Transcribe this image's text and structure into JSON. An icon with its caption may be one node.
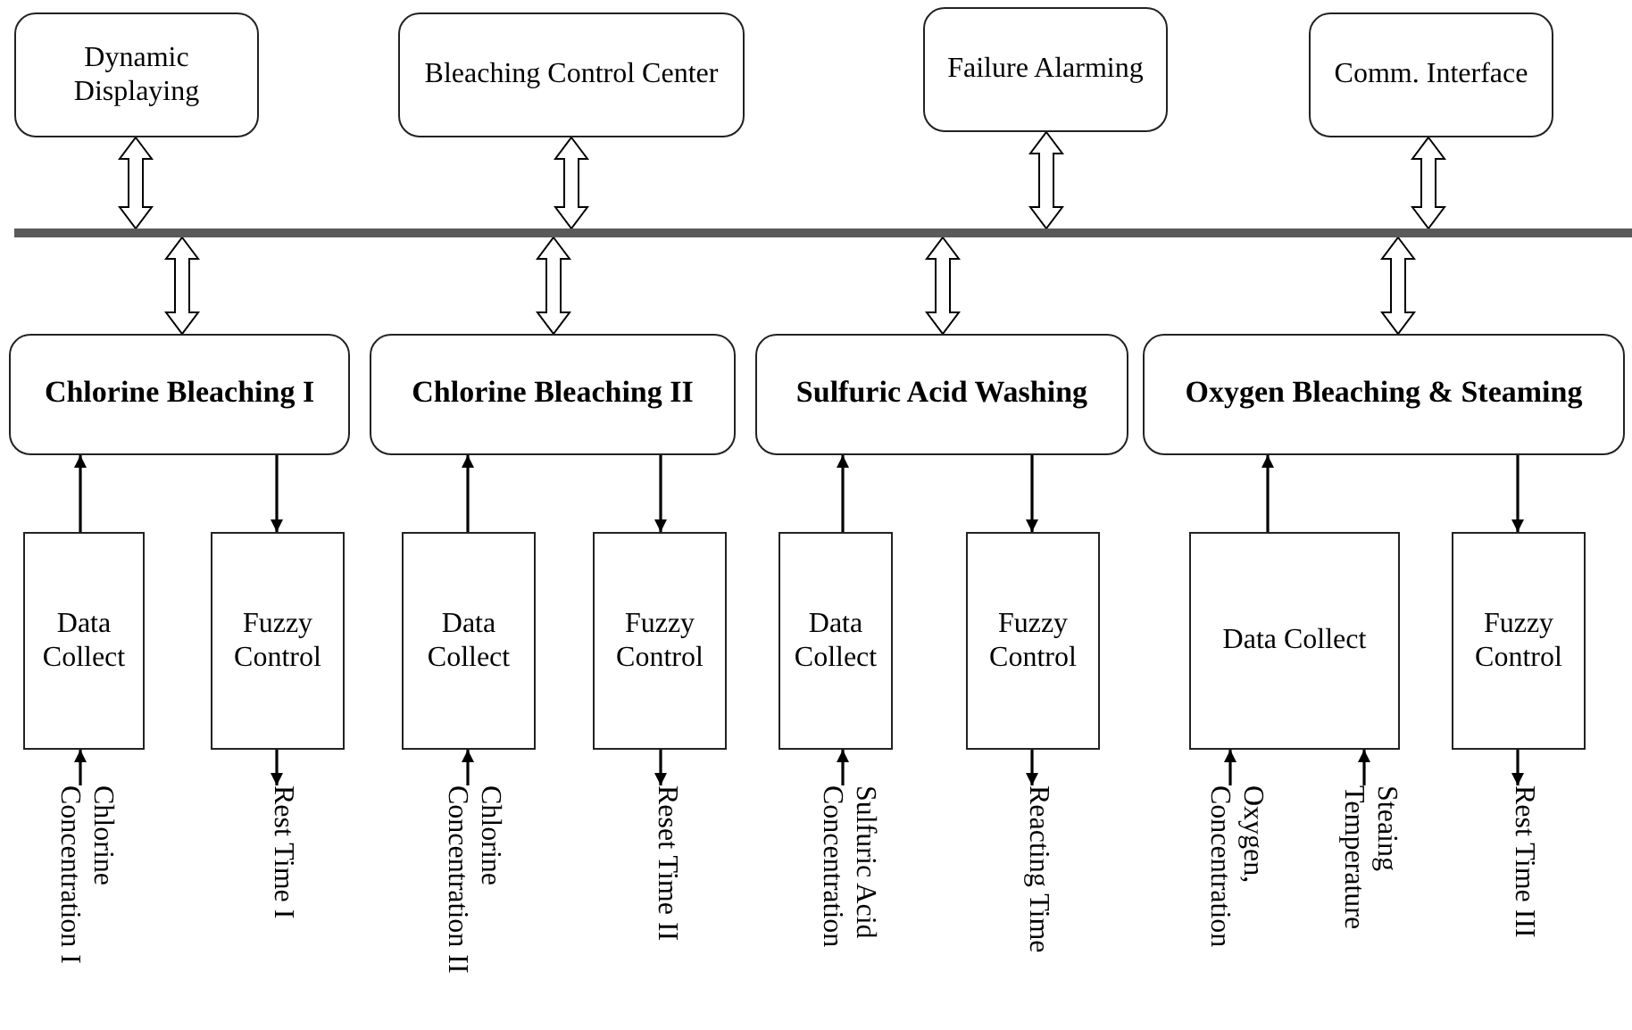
{
  "diagram": {
    "nodes": [
      {
        "text": [
          "Dynamic Displaying"
        ]
      },
      {
        "text": [
          "Bleaching Control Center"
        ]
      },
      {
        "text": [
          "Failure Alarming"
        ]
      },
      {
        "text": [
          "Comm. Interface"
        ]
      },
      {
        "text": [],
        "shape": "bar"
      },
      {
        "text": [
          "Chlorine Bleaching I"
        ]
      },
      {
        "text": [
          "Chlorine Bleaching II"
        ]
      },
      {
        "text": [
          "Sulfuric Acid Washing"
        ]
      },
      {
        "text": [
          "Oxygen Bleaching & Steaming"
        ]
      },
      {
        "text": [
          "Data Collect"
        ]
      },
      {
        "text": [
          "Fuzzy Control"
        ]
      },
      {
        "text": [
          "Data Collect"
        ]
      },
      {
        "text": [
          "Fuzzy Control"
        ]
      },
      {
        "text": [
          "Data Collect"
        ]
      },
      {
        "text": [
          "Fuzzy Control"
        ]
      },
      {
        "text": [
          "Data Collect"
        ]
      },
      {
        "text": [
          "Fuzzy Control"
        ]
      },
      {
        "text": [
          "Chlorine Concentration I"
        ]
      },
      {
        "text": [
          "Rest Time I"
        ]
      },
      {
        "text": [
          "Chlorine Concentration II"
        ]
      },
      {
        "text": [
          "Reset Time II"
        ]
      },
      {
        "text": [
          "Sulfuric Acid Concentration"
        ]
      },
      {
        "text": [
          "Reacting Time"
        ]
      },
      {
        "text": [
          "Oxygen, Concentration"
        ]
      },
      {
        "text": [
          "Steaing Temperature"
        ]
      },
      {
        "text": [
          "Rest Time III"
        ]
      }
    ],
    "edges": [
      {
        "from": 0,
        "to": 4,
        "arrow": "both",
        "style": "thick"
      },
      {
        "from": 1,
        "to": 4,
        "arrow": "both",
        "style": "thick"
      },
      {
        "from": 2,
        "to": 4,
        "arrow": "both",
        "style": "thick"
      },
      {
        "from": 3,
        "to": 4,
        "arrow": "both",
        "style": "thick"
      },
      {
        "from": 4,
        "to": 5,
        "arrow": "both",
        "style": "thick"
      },
      {
        "from": 4,
        "to": 6,
        "arrow": "both",
        "style": "thick"
      },
      {
        "from": 4,
        "to": 7,
        "arrow": "both",
        "style": "thick"
      },
      {
        "from": 4,
        "to": 8,
        "arrow": "both",
        "style": "thick"
      },
      {
        "from": 9,
        "to": 5,
        "arrow": "to"
      },
      {
        "from": 5,
        "to": 10,
        "arrow": "to"
      },
      {
        "from": 11,
        "to": 6,
        "arrow": "to"
      },
      {
        "from": 6,
        "to": 12,
        "arrow": "to"
      },
      {
        "from": 13,
        "to": 7,
        "arrow": "to"
      },
      {
        "from": 7,
        "to": 14,
        "arrow": "to"
      },
      {
        "from": 15,
        "to": 8,
        "arrow": "to"
      },
      {
        "from": 8,
        "to": 16,
        "arrow": "to"
      },
      {
        "from": 17,
        "to": 9,
        "arrow": "to"
      },
      {
        "from": 10,
        "to": 18,
        "arrow": "to"
      },
      {
        "from": 19,
        "to": 11,
        "arrow": "to"
      },
      {
        "from": 12,
        "to": 20,
        "arrow": "to"
      },
      {
        "from": 21,
        "to": 13,
        "arrow": "to"
      },
      {
        "from": 14,
        "to": 22,
        "arrow": "to"
      },
      {
        "from": 23,
        "to": 15,
        "arrow": "to"
      },
      {
        "from": 24,
        "to": 15,
        "arrow": "to"
      },
      {
        "from": 16,
        "to": 25,
        "arrow": "to"
      }
    ]
  }
}
